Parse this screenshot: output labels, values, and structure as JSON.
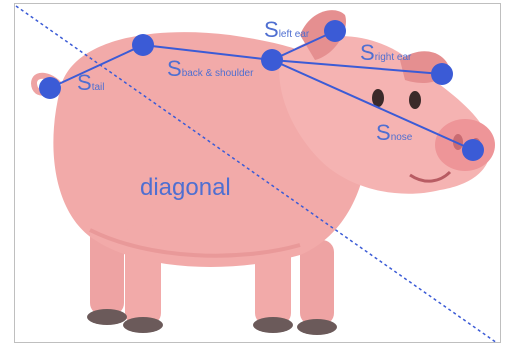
{
  "figure": {
    "diagonal_label": "diagonal",
    "keypoints": [
      {
        "id": "tail",
        "big": "S",
        "sub": "tail"
      },
      {
        "id": "back-shoulder",
        "big": "S",
        "sub": "back & shoulder"
      },
      {
        "id": "left-ear",
        "big": "S",
        "sub": "left ear"
      },
      {
        "id": "right-ear",
        "big": "S",
        "sub": "right ear"
      },
      {
        "id": "nose",
        "big": "S",
        "sub": "nose"
      }
    ]
  },
  "colors": {
    "skeleton": "#3b5bd6",
    "dot": "#3b5bd6",
    "pig_body": "#f2aaa9",
    "pig_shadow": "#e58f90",
    "hoof": "#6b5a5a",
    "label": "#4f6fd1"
  }
}
